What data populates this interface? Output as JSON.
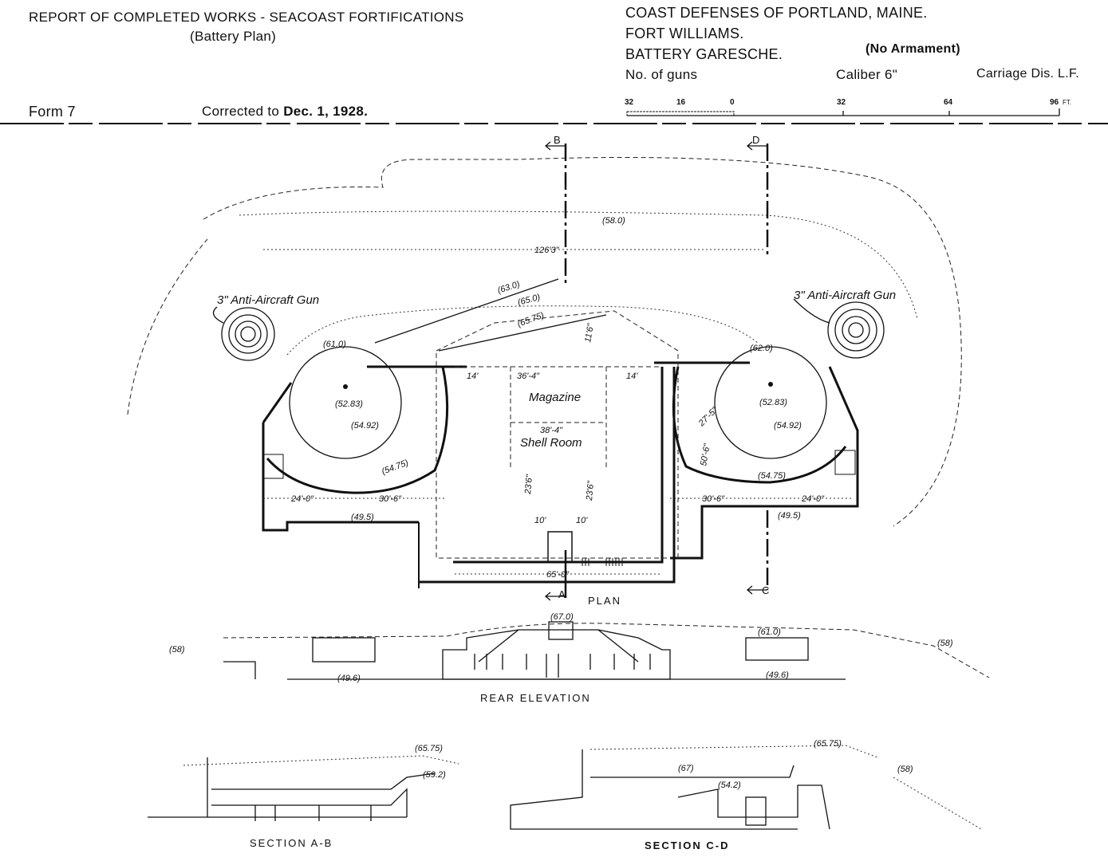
{
  "header": {
    "title": "REPORT OF COMPLETED WORKS - SEACOAST FORTIFICATIONS",
    "subtitle": "(Battery Plan)",
    "form": "Form 7",
    "corrected_label": "Corrected to",
    "corrected_date": "Dec. 1, 1928.",
    "defenses": "COAST DEFENSES OF PORTLAND, MAINE.",
    "fort": "FORT WILLIAMS.",
    "battery": "BATTERY GARESCHE.",
    "armament": "(No Armament)",
    "guns": "No. of guns",
    "caliber": "Caliber 6\"",
    "carriage": "Carriage Dis. L.F."
  },
  "scale": {
    "labels": [
      "32",
      "16",
      "0",
      "32",
      "64",
      "96"
    ],
    "unit": "FT."
  },
  "plan": {
    "caption": "PLAN",
    "section_marks": [
      "B",
      "D",
      "A",
      "C"
    ],
    "aa_gun_left": "3\" Anti-Aircraft Gun",
    "aa_gun_right": "3\" Anti-Aircraft Gun",
    "magazine": "Magazine",
    "shell_room": "Shell Room",
    "dims": {
      "top_elev": "(58.0)",
      "span": "126'3\"",
      "e63": "(63.0)",
      "e65": "(65.0)",
      "e6575": "(65.75)",
      "h116": "11'6\"",
      "w364": "36'-4\"",
      "w14a": "14'",
      "w14b": "14'",
      "w384": "38'-4\"",
      "l610": "(61.0)",
      "r620": "(62.0)",
      "l5283": "(52.83)",
      "r5283": "(52.83)",
      "l5492": "(54.92)",
      "r5492": "(54.92)",
      "l5475": "(54.75)",
      "r5475": "(54.75)",
      "l240": "24'-0\"",
      "l306": "30'-6\"",
      "r306": "30'-6\"",
      "r240": "24'-0\"",
      "l495": "(49.5)",
      "r495": "(49.5)",
      "r506": "50'-6\"",
      "r275": "27'-5\"",
      "w650": "65'-0\"",
      "w10a": "10'",
      "w10b": "10'",
      "h236a": "23'6\"",
      "h236b": "23'6\""
    }
  },
  "elevation": {
    "caption": "REAR ELEVATION",
    "e670": "(67.0)",
    "e58l": "(58)",
    "e58r": "(58)",
    "e496l": "(49.6)",
    "e496r": "(49.6)",
    "e61": "(61.0)"
  },
  "sections": {
    "ab_caption": "SECTION A-B",
    "cd_caption": "SECTION C-D",
    "ab_e6575": "(65.75)",
    "ab_e592": "(59.2)",
    "cd_e6575": "(65.75)",
    "cd_e67": "(67)",
    "cd_e542": "(54.2)",
    "cd_e58": "(58)"
  }
}
